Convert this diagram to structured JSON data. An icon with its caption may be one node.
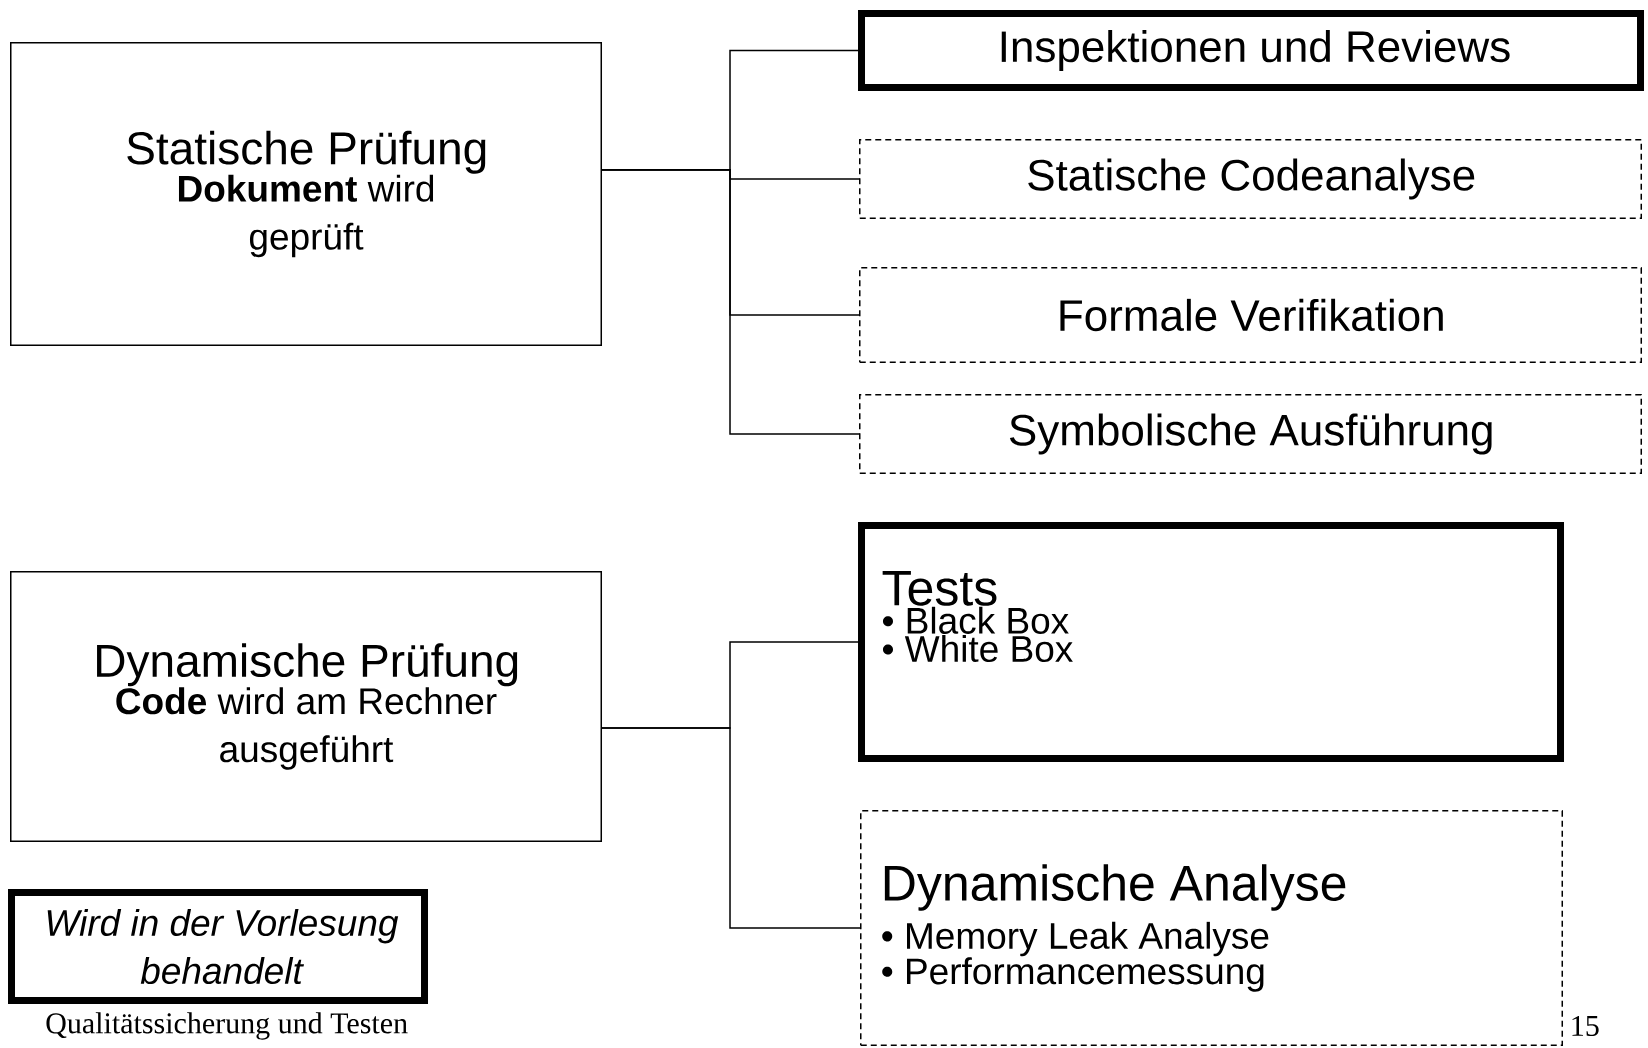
{
  "diagram": {
    "nodes": [
      {
        "text": [
          "Statische Prüfung",
          "**Dokument** wird geprüft"
        ]
      },
      {
        "text": [
          "Inspektionen und Reviews"
        ]
      },
      {
        "text": [
          "Statische Codeanalyse"
        ]
      },
      {
        "text": [
          "Formale Verifikation"
        ]
      },
      {
        "text": [
          "Symbolische Ausführung"
        ]
      },
      {
        "text": [
          "Dynamische Prüfung",
          "**Code** wird am Rechner ausgeführt"
        ]
      },
      {
        "text": [
          "Tests",
          "• Black Box",
          "• White Box"
        ]
      },
      {
        "text": [
          "Dynamische Analyse",
          "• Memory Leak Analyse",
          "• Performancemessung"
        ]
      },
      {
        "text": [
          "Wird in der Vorlesung behandelt"
        ]
      }
    ],
    "edges": [
      {
        "from": 0,
        "to": 1,
        "arrow": "none"
      },
      {
        "from": 0,
        "to": 2,
        "arrow": "none"
      },
      {
        "from": 0,
        "to": 3,
        "arrow": "none"
      },
      {
        "from": 0,
        "to": 4,
        "arrow": "none"
      },
      {
        "from": 5,
        "to": 6,
        "arrow": "none"
      },
      {
        "from": 5,
        "to": 7,
        "arrow": "none"
      }
    ],
    "labels": [
      "Qualitätssicherung und Testen",
      "15"
    ]
  }
}
